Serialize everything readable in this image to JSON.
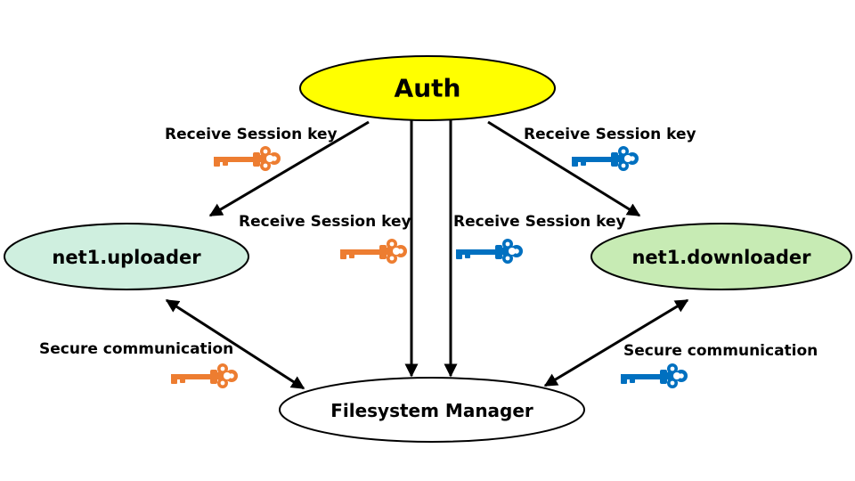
{
  "nodes": {
    "auth": {
      "label": "Auth",
      "fill": "#FFFF00"
    },
    "uploader": {
      "label": "net1.uploader",
      "fill": "#CFEFDF"
    },
    "downloader": {
      "label": "net1.downloader",
      "fill": "#C7EBB4"
    },
    "filesystem": {
      "label": "Filesystem Manager",
      "fill": "#FFFFFF"
    }
  },
  "edges": {
    "auth_to_uploader": {
      "label": "Receive Session key",
      "key": "orange-key-icon"
    },
    "auth_to_downloader": {
      "label": "Receive Session key",
      "key": "blue-key-icon"
    },
    "auth_to_filesystem_orange": {
      "label": "Receive Session key",
      "key": "orange-key-icon"
    },
    "auth_to_filesystem_blue": {
      "label": "Receive Session key",
      "key": "blue-key-icon"
    },
    "uploader_filesystem": {
      "label": "Secure communication",
      "key": "orange-key-icon"
    },
    "downloader_filesystem": {
      "label": "Secure communication",
      "key": "blue-key-icon"
    }
  },
  "colors": {
    "orange_key": "#ED7D31",
    "blue_key": "#0070C0",
    "edge": "#000000"
  }
}
